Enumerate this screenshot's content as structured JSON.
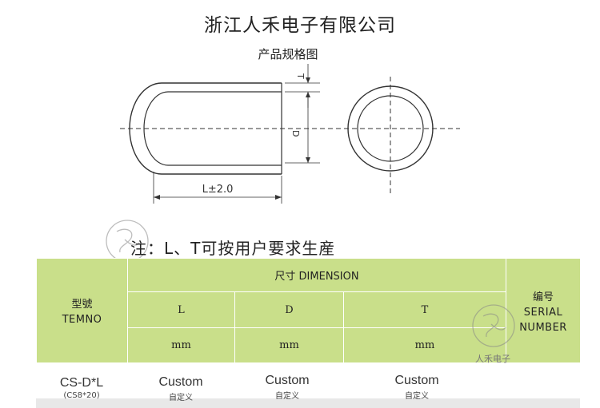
{
  "header": {
    "company": "浙江人禾电子有限公司",
    "subtitle": "产品规格图"
  },
  "drawing": {
    "label_t": "T",
    "label_d": "D",
    "label_l": "L±2.0"
  },
  "watermark": {
    "text": "人禾电子"
  },
  "note": "注：L、T可按用户要求生産",
  "table": {
    "model_label_cn": "型號",
    "model_label_en": "TEMNO",
    "dimension_label": "尺寸 DIMENSION",
    "serial_label_cn": "编号",
    "serial_label_en_1": "SERIAL",
    "serial_label_en_2": "NUMBER",
    "col_l": "L",
    "col_d": "D",
    "col_t": "T",
    "unit_l": "mm",
    "unit_d": "mm",
    "unit_t": "mm",
    "row": {
      "model": "CS-D*L",
      "model_example": "(CS8*20)",
      "l_value": "Custom",
      "l_sub": "自定义",
      "d_value": "Custom",
      "d_sub": "自定义",
      "t_value": "Custom",
      "t_sub": "自定义"
    }
  },
  "colors": {
    "table_header_bg": "#c9df8a"
  }
}
